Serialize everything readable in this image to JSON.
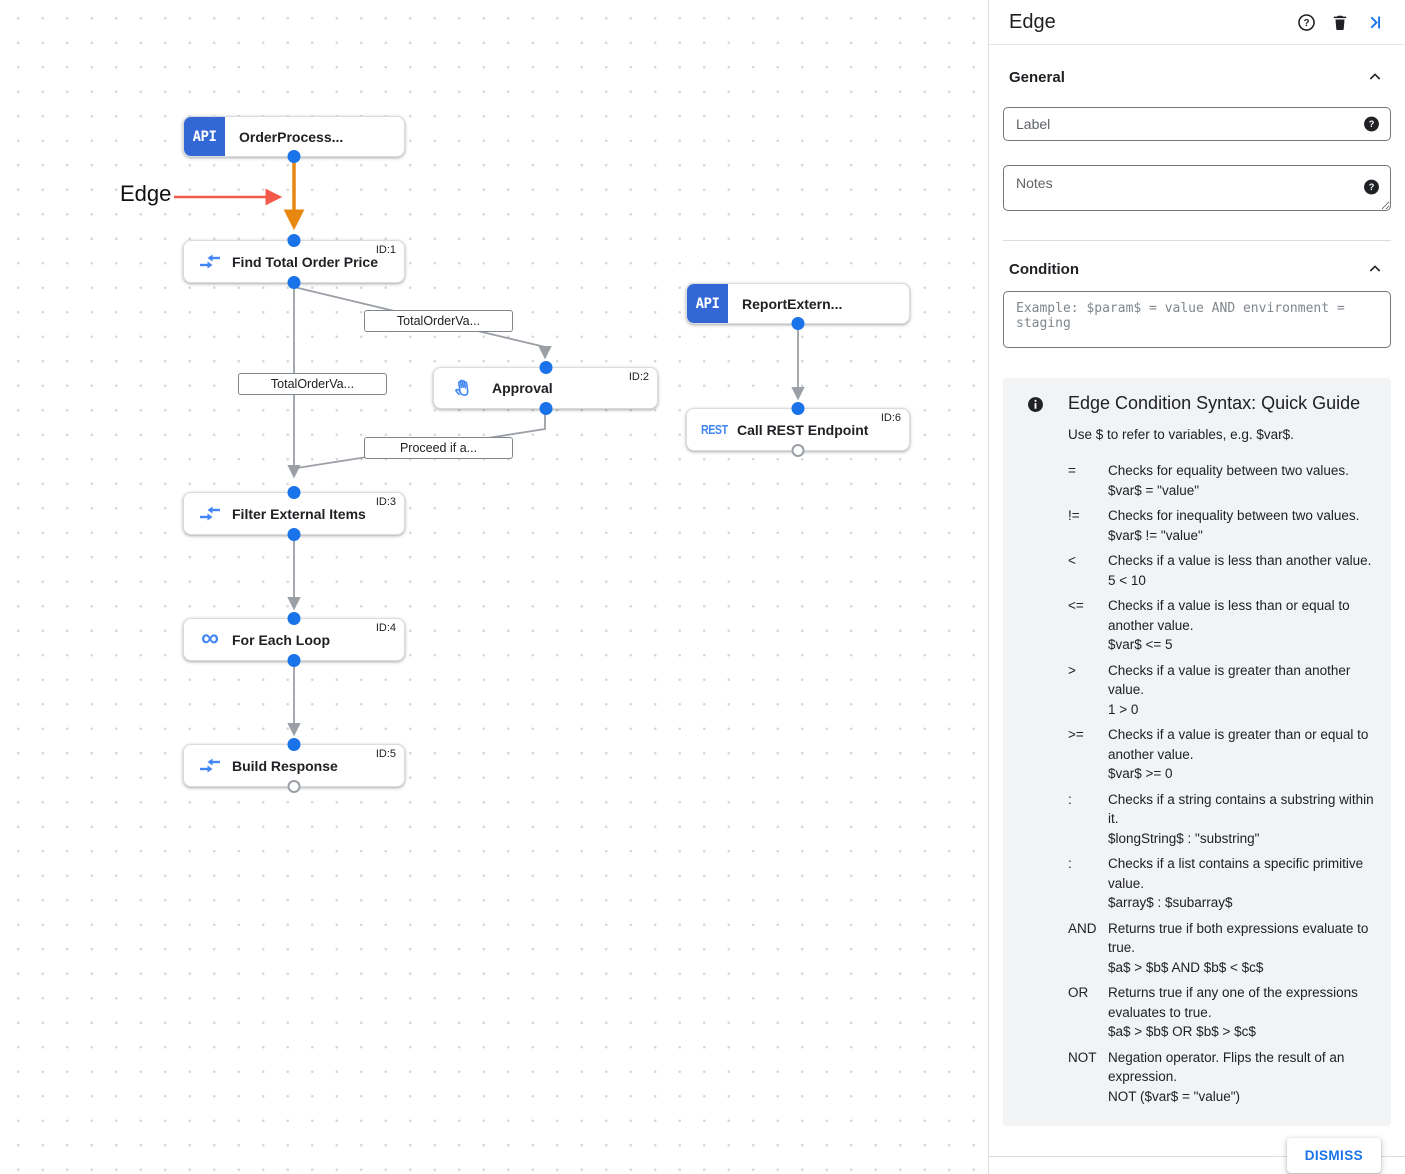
{
  "canvas": {
    "annotation": {
      "label": "Edge"
    },
    "nodes": [
      {
        "label": "OrderProcess...",
        "icon_text": "API"
      },
      {
        "id": "ID:1",
        "label": "Find Total Order Price"
      },
      {
        "id": "ID:2",
        "label": "Approval"
      },
      {
        "label": "ReportExtern...",
        "icon_text": "API"
      },
      {
        "id": "ID:6",
        "label": "Call REST Endpoint",
        "icon_text": "REST"
      },
      {
        "id": "ID:3",
        "label": "Filter External Items"
      },
      {
        "id": "ID:4",
        "label": "For Each Loop",
        "icon_text": "∞"
      },
      {
        "id": "ID:5",
        "label": "Build Response"
      }
    ],
    "edge_labels": [
      "TotalOrderVa...",
      "TotalOrderVa...",
      "Proceed if a..."
    ],
    "colors": {
      "selected_edge": "#E8870F",
      "annotation_arrow": "#F45A4B",
      "edge_gray": "#9AA0A6",
      "connector_dot": "#1A73E8",
      "trigger_block": "#3367D6",
      "task_icon": "#4285F4"
    }
  },
  "panel": {
    "title": "Edge",
    "sections": {
      "general": "General",
      "condition": "Condition"
    },
    "fields": {
      "label_placeholder": "Label",
      "notes_placeholder": "Notes",
      "condition_placeholder": "Example: $param$ = value AND environment = staging"
    },
    "guide": {
      "title": "Edge Condition Syntax: Quick Guide",
      "intro": "Use $ to refer to variables, e.g. $var$.",
      "rows": [
        {
          "op": "=",
          "desc": "Checks for equality between two values.",
          "example": "$var$ = \"value\""
        },
        {
          "op": "!=",
          "desc": "Checks for inequality between two values.",
          "example": "$var$ != \"value\""
        },
        {
          "op": "<",
          "desc": "Checks if a value is less than another value.",
          "example": "5 < 10"
        },
        {
          "op": "<=",
          "desc": "Checks if a value is less than or equal to another value.",
          "example": "$var$ <= 5"
        },
        {
          "op": ">",
          "desc": "Checks if a value is greater than another value.",
          "example": "1 > 0"
        },
        {
          "op": ">=",
          "desc": "Checks if a value is greater than or equal to another value.",
          "example": "$var$ >= 0"
        },
        {
          "op": ":",
          "desc": "Checks if a string contains a substring within it.",
          "example": "$longString$ : \"substring\""
        },
        {
          "op": ":",
          "desc": "Checks if a list contains a specific primitive value.",
          "example": "$array$ : $subarray$"
        },
        {
          "op": "AND",
          "desc": "Returns true if both expressions evaluate to true.",
          "example": "$a$ > $b$ AND $b$ < $c$"
        },
        {
          "op": "OR",
          "desc": "Returns true if any one of the expressions evaluates to true.",
          "example": "$a$ > $b$ OR $b$ > $c$"
        },
        {
          "op": "NOT",
          "desc": "Negation operator. Flips the result of an expression.",
          "example": "NOT ($var$ = \"value\")"
        }
      ]
    },
    "dismiss_label": "DISMISS",
    "accent_color": "#1A73E8"
  }
}
